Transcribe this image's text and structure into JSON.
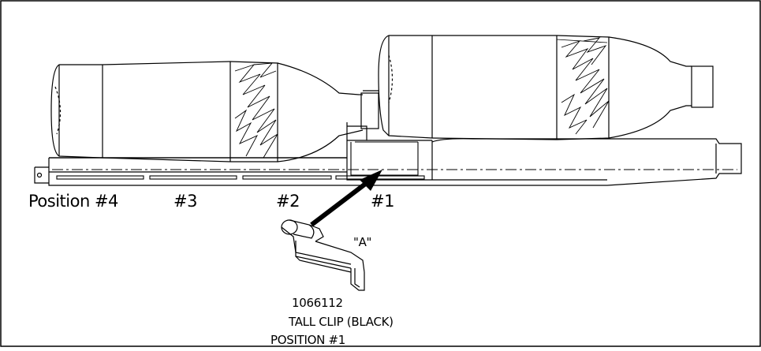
{
  "positions": {
    "p4": "Position #4",
    "p3": "#3",
    "p2": "#2",
    "p1": "#1"
  },
  "detail": {
    "view_label": "\"A\"",
    "part_number": "1066112",
    "part_name": "TALL CLIP (BLACK)",
    "part_position": "POSITION #1"
  }
}
